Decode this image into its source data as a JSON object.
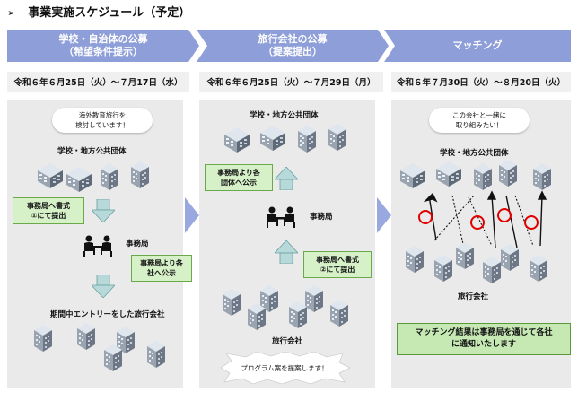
{
  "heading": {
    "marker": "➢",
    "text": "事業実施スケジュール（予定）"
  },
  "colors": {
    "chevron": "#8e9ed8",
    "panel": "#eaeaea",
    "green": "#d6f0c8",
    "arrow": "#b8d9d9",
    "red": "#e00000"
  },
  "stages": [
    {
      "line1": "学校・自治体の公募",
      "line2": "（希望条件提示）",
      "date": "令和６年６月25日（火）～７月17日（水）"
    },
    {
      "line1": "旅行会社の公募",
      "line2": "（提案提出）",
      "date": "令和６年６月25日（火）～７月29日（月）"
    },
    {
      "line1": "マッチング",
      "line2": "",
      "date": "令和６年７月30日（火）～８月20日（火）"
    }
  ],
  "col1": {
    "bubble": "海外教育旅行を\n検討しています！",
    "schools": "学校・地方公共団体",
    "box1": "事務局へ書式\n①にて提出",
    "office": "事務局",
    "box2": "事務局より各\n社へ公示",
    "agencies": "期間中エントリーをした旅行会社"
  },
  "col2": {
    "schools": "学校・地方公共団体",
    "box1": "事務局より各\n団体へ公示",
    "office": "事務局",
    "box2": "事務局へ書式\n②にて提出",
    "agencies": "旅行会社",
    "burst": "プログラム案を提案します！"
  },
  "col3": {
    "bubble": "この会社と一緒に\n取り組みたい！",
    "schools": "学校・地方公共団体",
    "agencies": "旅行会社",
    "result": "マッチング結果は事務局を通じて各社\nに通知いたします"
  }
}
